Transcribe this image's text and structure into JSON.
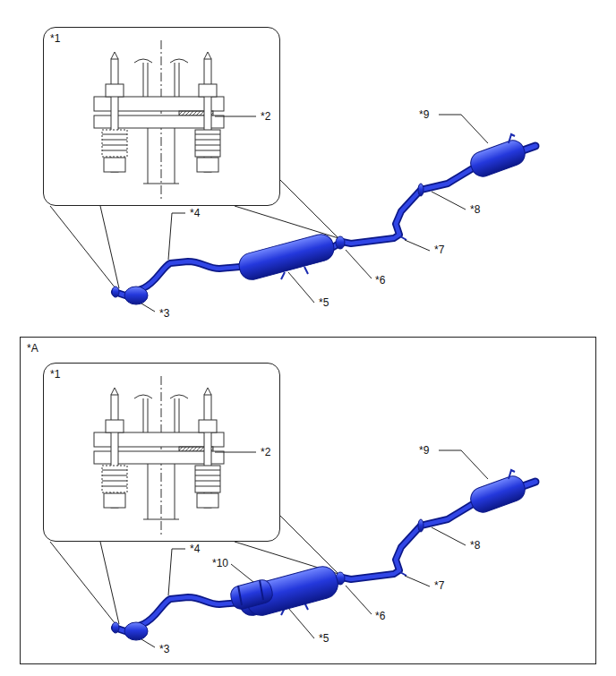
{
  "diagram": {
    "nodes": [
      {
        "text": [
          "*1"
        ]
      },
      {
        "text": [
          "*A"
        ]
      },
      {
        "text": [
          "*1"
        ],
        "in": 1
      }
    ],
    "labels": [
      "*2",
      "*9",
      "*4",
      "*8",
      "*7",
      "*6",
      "*3",
      "*5",
      "*2",
      "*9",
      "*4",
      "*10",
      "*8",
      "*7",
      "*6",
      "*3",
      "*5"
    ]
  }
}
